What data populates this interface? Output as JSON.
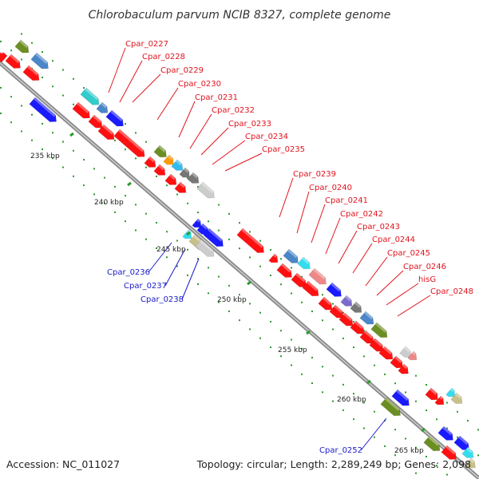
{
  "title": "Chlorobaculum parvum NCIB 8327, complete genome",
  "footer": {
    "accession": "Accession: NC_011027",
    "summary": "Topology: circular; Length: 2,289,249 bp; Genes: 2,098"
  },
  "colors": {
    "backbone": "#8c8c8c",
    "tick": "#2e9b2e",
    "forward_label": "#e0141e",
    "reverse_label": "#1a1acc"
  },
  "scale": [
    {
      "label": "235 kbp"
    },
    {
      "label": "240 kbp"
    },
    {
      "label": "245 kbp"
    },
    {
      "label": "250 kbp"
    },
    {
      "label": "255 kbp"
    },
    {
      "label": "260 kbp"
    },
    {
      "label": "265 kbp"
    }
  ],
  "forward_labels": [
    {
      "text": "Cpar_0227"
    },
    {
      "text": "Cpar_0228"
    },
    {
      "text": "Cpar_0229"
    },
    {
      "text": "Cpar_0230"
    },
    {
      "text": "Cpar_0231"
    },
    {
      "text": "Cpar_0232"
    },
    {
      "text": "Cpar_0233"
    },
    {
      "text": "Cpar_0234"
    },
    {
      "text": "Cpar_0235"
    },
    {
      "text": "Cpar_0239"
    },
    {
      "text": "Cpar_0240"
    },
    {
      "text": "Cpar_0241"
    },
    {
      "text": "Cpar_0242"
    },
    {
      "text": "Cpar_0243"
    },
    {
      "text": "Cpar_0244"
    },
    {
      "text": "Cpar_0245"
    },
    {
      "text": "Cpar_0246"
    },
    {
      "text": "hisG"
    },
    {
      "text": "Cpar_0248"
    }
  ],
  "reverse_labels": [
    {
      "text": "Cpar_0236"
    },
    {
      "text": "Cpar_0237"
    },
    {
      "text": "Cpar_0238"
    },
    {
      "text": "Cpar_0252"
    }
  ]
}
